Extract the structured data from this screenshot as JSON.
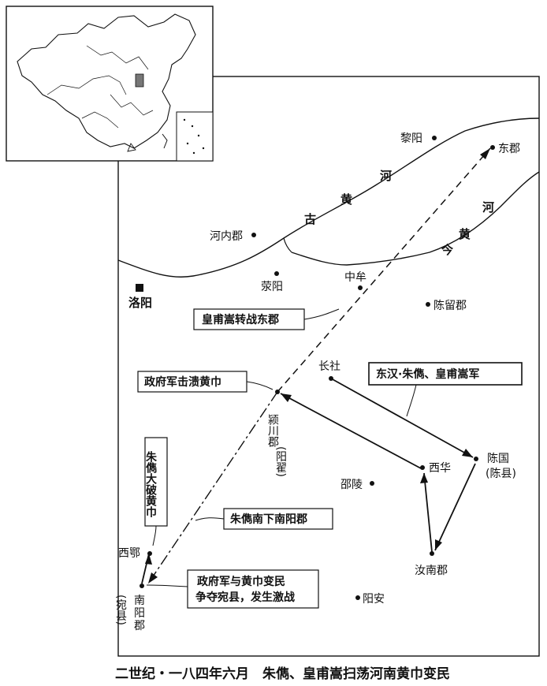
{
  "places": {
    "liyang": "黎阳",
    "dongjun": "东郡",
    "henei": "河内郡",
    "xingyang": "荥阳",
    "zhongmou": "中牟",
    "luoyang": "洛阳",
    "chenliu": "陈留郡",
    "changshe": "长社",
    "yingchuan": "颍川郡",
    "yangzhai": "(阳翟)",
    "xihua": "西华",
    "chenguo": "陈国",
    "chenxian": "(陈县)",
    "shaoling": "邵陵",
    "runan": "汝南郡",
    "xie": "西鄂",
    "nanyang_1": "南",
    "nanyang_2": "阳",
    "nanyang_3": "郡",
    "wanxian": "(宛县)",
    "yangan": "阳安"
  },
  "rivers": {
    "old_yellow_1": "古",
    "old_yellow_2": "黄",
    "old_yellow_3": "河",
    "new_yellow_1": "今",
    "new_yellow_2": "黄",
    "new_yellow_3": "河"
  },
  "annotations": {
    "huangfu_dongjun": "皇甫嵩转战东郡",
    "govt_rout": "政府军击溃黄巾",
    "zhu_huangfu": "东汉·朱儁、皇甫嵩军",
    "zhu_south": "朱儁南下南阳郡",
    "zhu_defeat": "朱儁大破黄巾",
    "govt_wan_1": "政府军与黄巾变民",
    "govt_wan_2": "争夺宛县，发生激战"
  },
  "caption": "二世纪・一八四年六月　朱儁、皇甫嵩扫荡河南黄巾变民"
}
